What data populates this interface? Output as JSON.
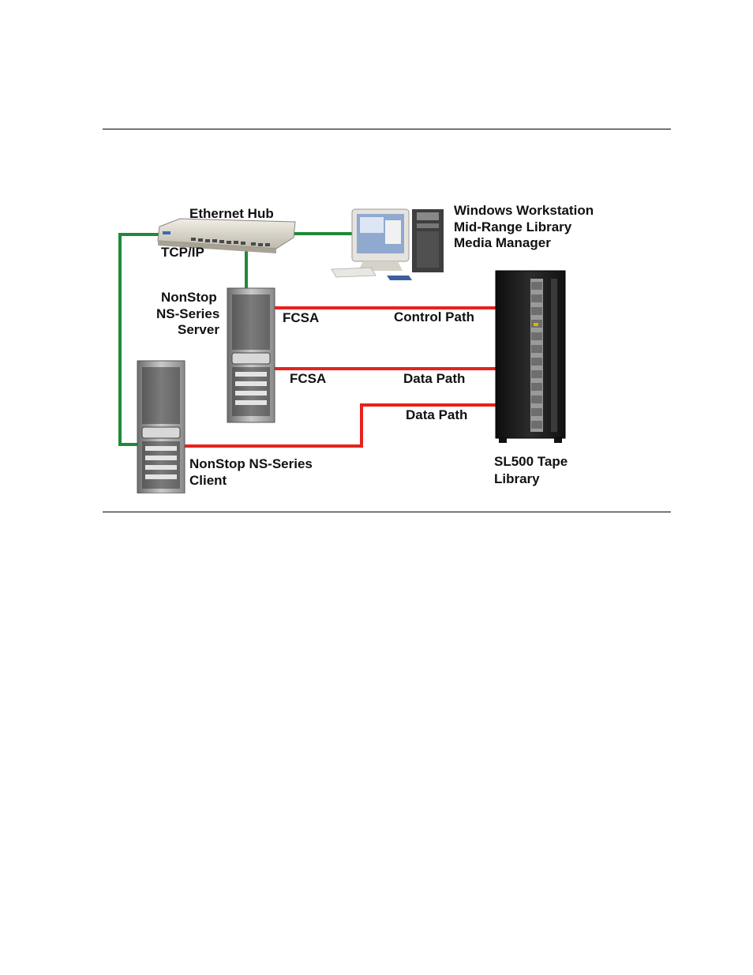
{
  "diagram": {
    "labels": {
      "ethernet_hub": "Ethernet Hub",
      "tcpip": "TCP/IP",
      "workstation_line1": "Windows Workstation",
      "workstation_line2": "Mid-Range Library",
      "workstation_line3": "Media Manager",
      "server_line1": "NonStop",
      "server_line2": "NS-Series",
      "server_line3": "Server",
      "fcsa_top": "FCSA",
      "fcsa_bottom": "FCSA",
      "control_path": "Control Path",
      "data_path_1": "Data Path",
      "data_path_2": "Data Path",
      "client_line1": "NonStop NS-Series",
      "client_line2": "Client",
      "library_line1": "SL500 Tape",
      "library_line2": "Library"
    },
    "colors": {
      "network_link": "#1f8a3a",
      "fibre_link": "#e8211c"
    }
  }
}
